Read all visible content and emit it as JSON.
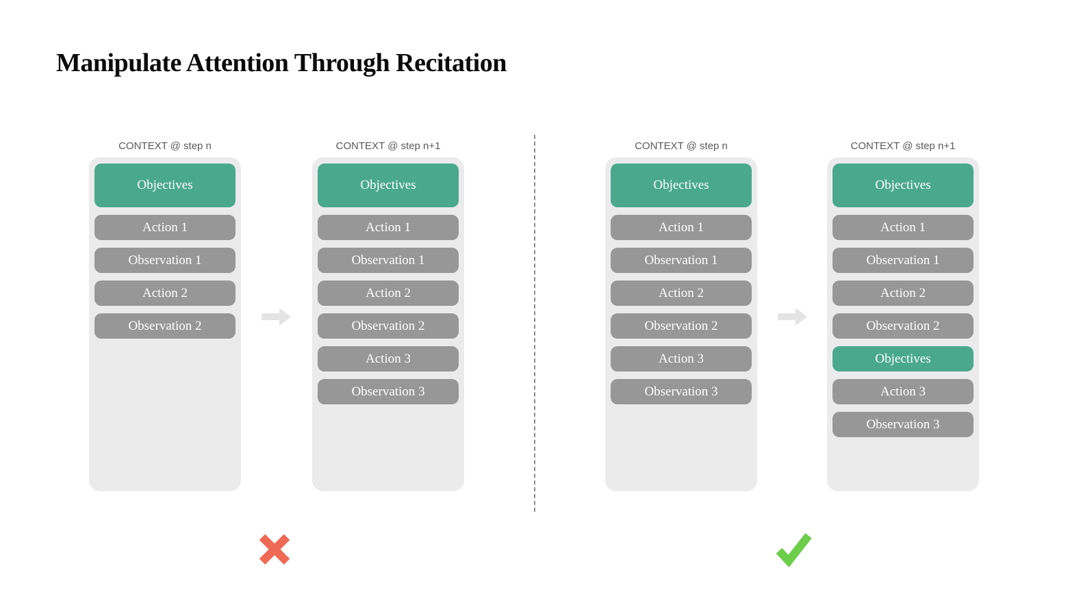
{
  "title": "Manipulate Attention Through Recitation",
  "colors": {
    "objective_green": "#4AA98C",
    "step_gray": "#979797",
    "panel_bg": "#EBEBEB",
    "label_color": "#595959",
    "arrow_gray": "#E4E4E4",
    "divider_gray": "#8C8C8C",
    "cross_red": "#EF6A55",
    "check_green": "#6DCE4B"
  },
  "columns": [
    {
      "label": "CONTEXT @ step n",
      "pills": [
        {
          "text": "Objectives",
          "variant": "objectives",
          "tall": true
        },
        {
          "text": "Action 1",
          "variant": "step"
        },
        {
          "text": "Observation 1",
          "variant": "step"
        },
        {
          "text": "Action 2",
          "variant": "step"
        },
        {
          "text": "Observation 2",
          "variant": "step"
        }
      ]
    },
    {
      "label": "CONTEXT @ step n+1",
      "pills": [
        {
          "text": "Objectives",
          "variant": "objectives",
          "tall": true
        },
        {
          "text": "Action 1",
          "variant": "step"
        },
        {
          "text": "Observation 1",
          "variant": "step"
        },
        {
          "text": "Action 2",
          "variant": "step"
        },
        {
          "text": "Observation 2",
          "variant": "step"
        },
        {
          "text": "Action 3",
          "variant": "step"
        },
        {
          "text": "Observation 3",
          "variant": "step"
        }
      ]
    },
    {
      "label": "CONTEXT @ step n",
      "pills": [
        {
          "text": "Objectives",
          "variant": "objectives",
          "tall": true
        },
        {
          "text": "Action 1",
          "variant": "step"
        },
        {
          "text": "Observation 1",
          "variant": "step"
        },
        {
          "text": "Action 2",
          "variant": "step"
        },
        {
          "text": "Observation 2",
          "variant": "step"
        },
        {
          "text": "Action 3",
          "variant": "step"
        },
        {
          "text": "Observation 3",
          "variant": "step"
        }
      ]
    },
    {
      "label": "CONTEXT @ step n+1",
      "pills": [
        {
          "text": "Objectives",
          "variant": "objectives",
          "tall": true
        },
        {
          "text": "Action 1",
          "variant": "step"
        },
        {
          "text": "Observation 1",
          "variant": "step"
        },
        {
          "text": "Action 2",
          "variant": "step"
        },
        {
          "text": "Observation 2",
          "variant": "step"
        },
        {
          "text": "Objectives",
          "variant": "objectives"
        },
        {
          "text": "Action 3",
          "variant": "step"
        },
        {
          "text": "Observation 3",
          "variant": "step"
        }
      ]
    }
  ],
  "layout_lefts": [
    130,
    456,
    884,
    1208
  ],
  "verdicts": {
    "left": "cross-mark",
    "right": "check-mark"
  }
}
